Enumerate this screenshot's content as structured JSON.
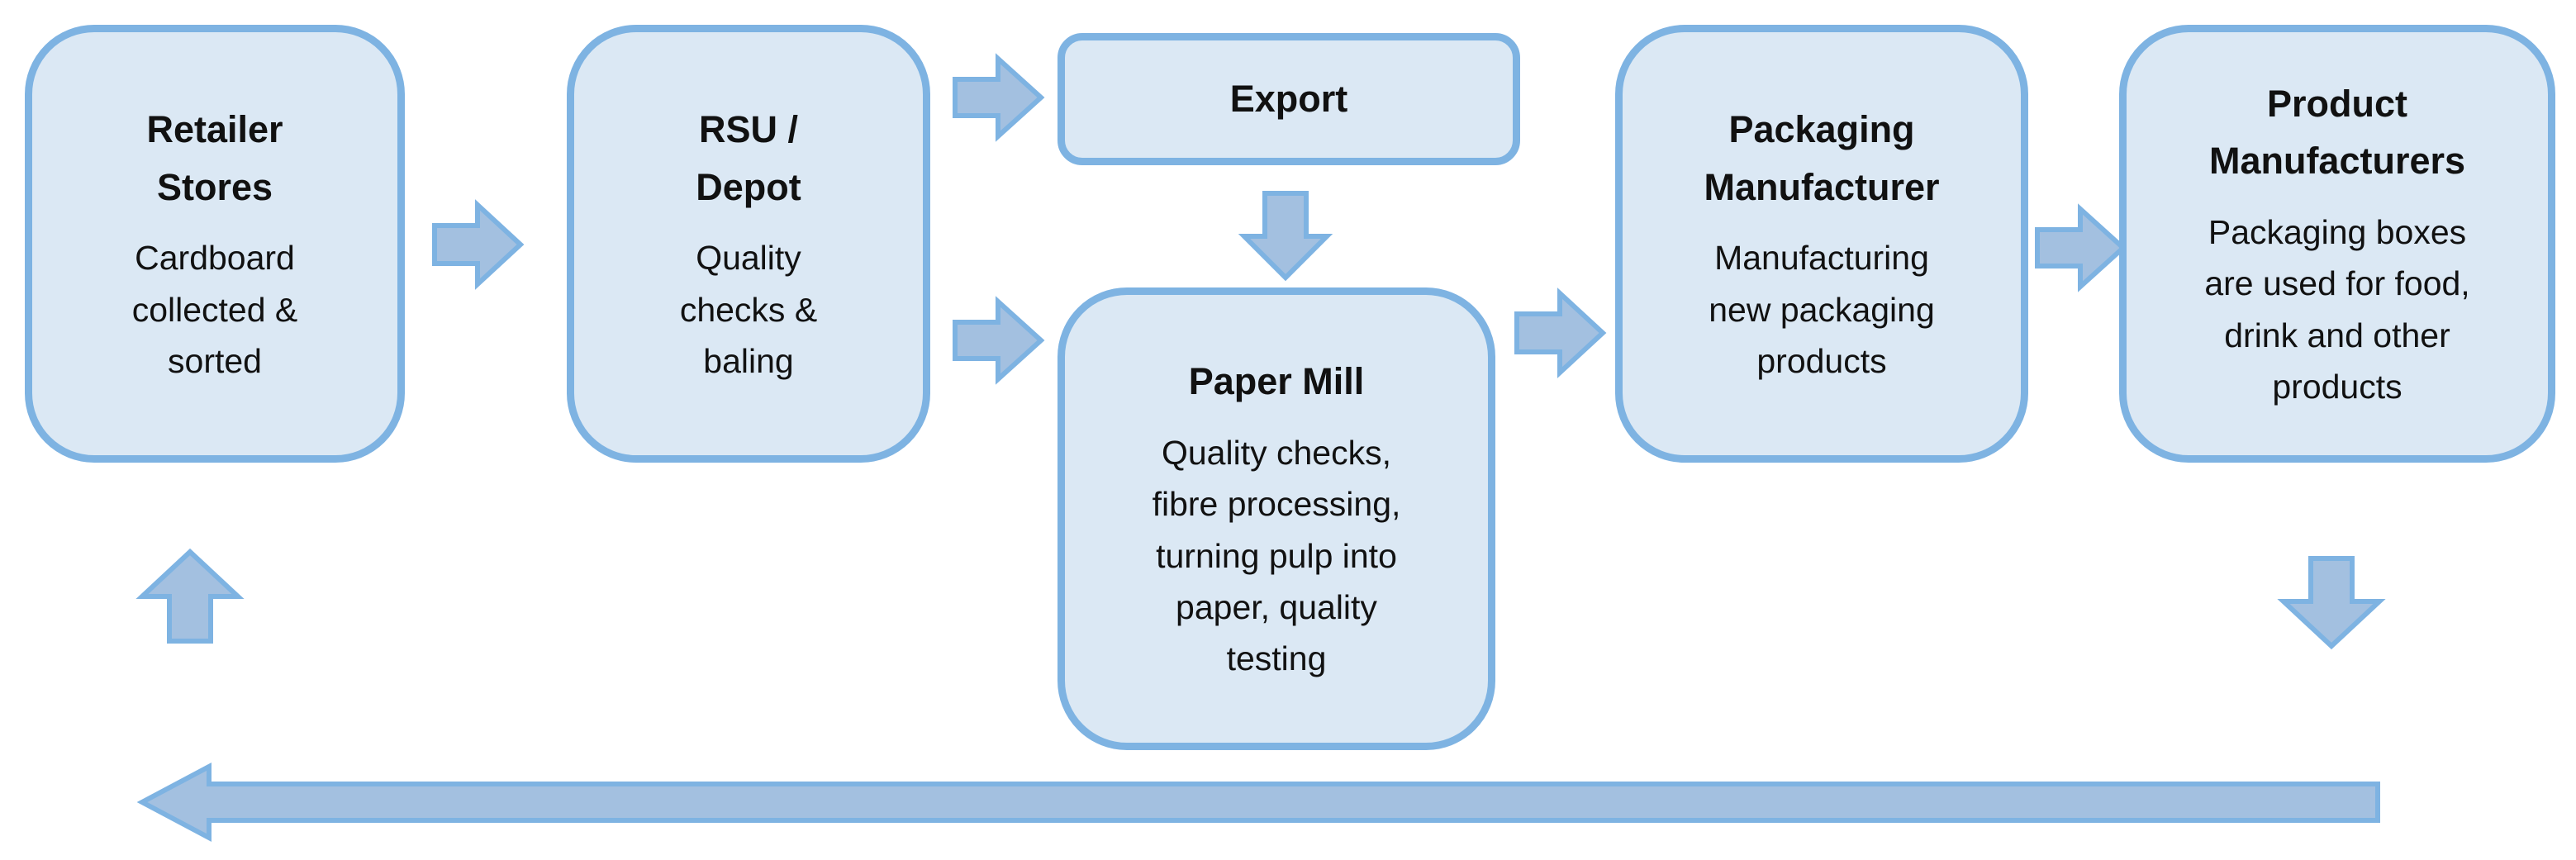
{
  "colors": {
    "box_fill": "#dbe8f4",
    "box_border": "#7eb3e2",
    "arrow_fill": "#a3c0e0",
    "text": "#111111"
  },
  "nodes": {
    "retailer": {
      "title": "Retailer\nStores",
      "desc": "Cardboard\ncollected &\nsorted"
    },
    "rsu": {
      "title": "RSU /\nDepot",
      "desc": "Quality\nchecks &\nbaling"
    },
    "export": {
      "title": "Export"
    },
    "paper_mill": {
      "title": "Paper Mill",
      "desc": "Quality checks,\nfibre processing,\nturning pulp into\npaper, quality\ntesting"
    },
    "packaging": {
      "title": "Packaging\nManufacturer",
      "desc": "Manufacturing\nnew packaging\nproducts"
    },
    "product": {
      "title": "Product\nManufacturers",
      "desc": "Packaging boxes\nare used for food,\ndrink and other\nproducts"
    }
  }
}
